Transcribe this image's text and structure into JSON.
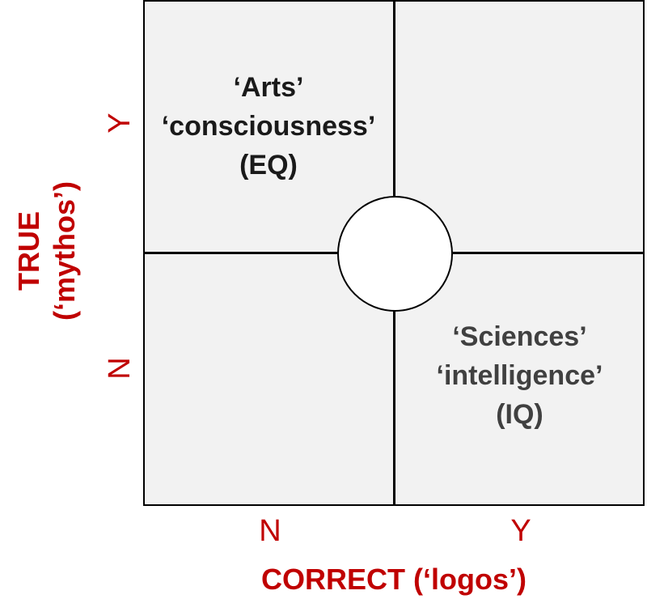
{
  "quadrants": {
    "top_left": {
      "line1": "‘Arts’",
      "line2": "‘consciousness’",
      "line3": "(EQ)"
    },
    "bottom_right": {
      "line1": "‘Sciences’",
      "line2": "‘intelligence’",
      "line3": "(IQ)"
    }
  },
  "axes": {
    "x": {
      "title": "CORRECT (‘logos’)",
      "tick_left": "N",
      "tick_right": "Y"
    },
    "y": {
      "title_line1": "TRUE",
      "title_line2": "(‘mythos’)",
      "tick_top": "Y",
      "tick_bottom": "N"
    }
  },
  "colors": {
    "axis_text": "#c00000",
    "quadrant_fill": "#f2f2f2",
    "arts_text": "#1a1a1a",
    "sciences_text": "#404040"
  }
}
